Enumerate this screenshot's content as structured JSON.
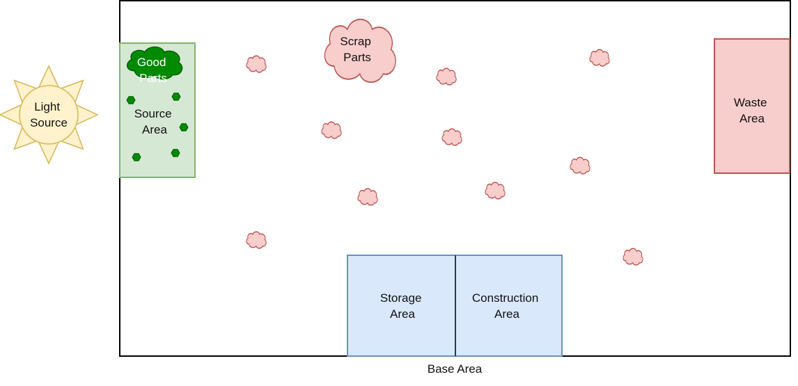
{
  "colors": {
    "base_border": "#000000",
    "sun_fill": "#fff2cc",
    "sun_stroke": "#d6b656",
    "source_fill": "#d5e8d4",
    "source_stroke": "#82b366",
    "good_fill": "#008a00",
    "good_stroke": "#005700",
    "scrap_fill": "#f8cecc",
    "scrap_stroke": "#b85450",
    "waste_fill": "#f8cecc",
    "waste_stroke": "#b85450",
    "storage_fill": "#dae8fc",
    "storage_stroke": "#6c8ebf"
  },
  "labels": {
    "light_source": [
      "Light",
      "Source"
    ],
    "good_parts": [
      "Good",
      "Parts"
    ],
    "source_area": [
      "Source",
      "Area"
    ],
    "scrap_parts": [
      "Scrap",
      "Parts"
    ],
    "waste_area": [
      "Waste",
      "Area"
    ],
    "storage_area": [
      "Storage",
      "Area"
    ],
    "construction_area": [
      "Construction",
      "Area"
    ],
    "base_area": "Base Area"
  },
  "icons": {
    "sun": "sun-icon",
    "cloud": "cloud-icon",
    "good_part_marker": "hexagon-icon"
  }
}
